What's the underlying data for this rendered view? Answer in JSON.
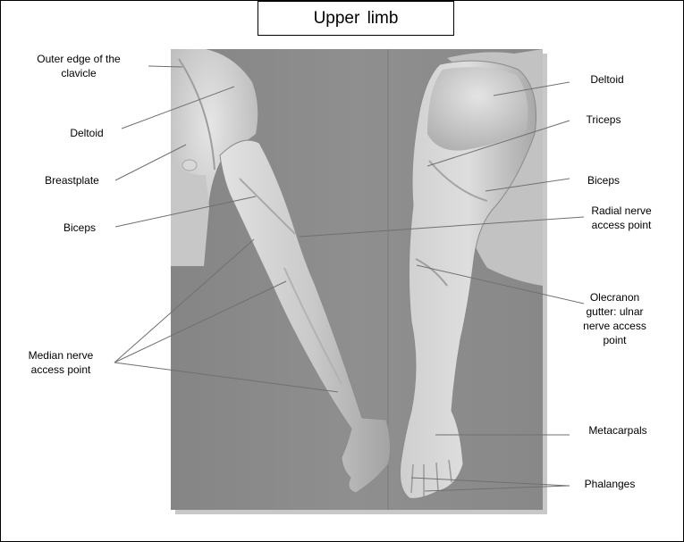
{
  "title": "Upper limb",
  "left_labels": {
    "clavicle": "Outer edge of the\nclavicle",
    "deltoid": "Deltoid",
    "breastplate": "Breastplate",
    "biceps": "Biceps",
    "median_nerve": "Median nerve\naccess point"
  },
  "right_labels": {
    "deltoid": "Deltoid",
    "triceps": "Triceps",
    "biceps": "Biceps",
    "radial_nerve": "Radial nerve\naccess point",
    "olecranon": "Olecranon\ngutter: ulnar\nnerve access\npoint",
    "metacarpals": "Metacarpals",
    "phalanges": "Phalanges"
  },
  "colors": {
    "backdrop": "#8a8a8a",
    "skin_light": "#dcdcdc",
    "skin_mid": "#b9b9b9",
    "skin_dark": "#9b9b9b",
    "leader_line": "#707070"
  }
}
